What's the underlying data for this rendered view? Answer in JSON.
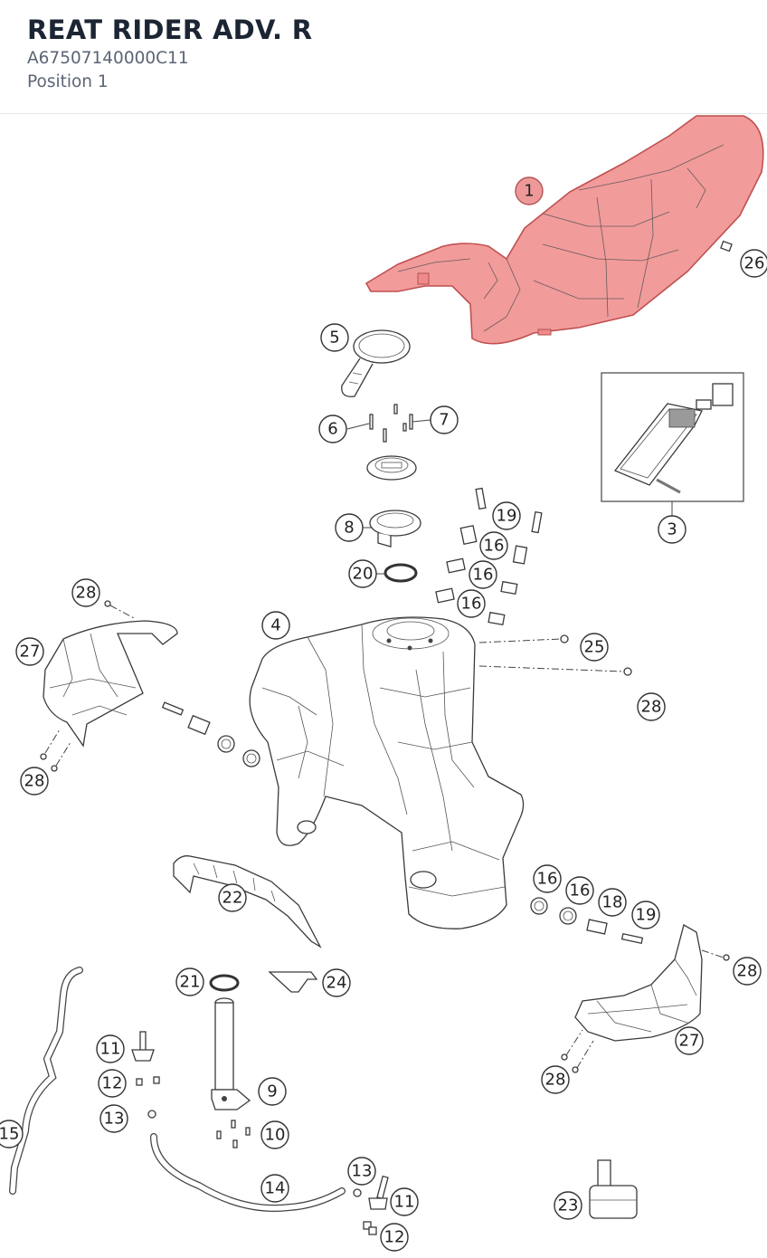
{
  "header": {
    "title": "REAT RIDER ADV. R",
    "part_number": "A67507140000C11",
    "position": "Position 1"
  },
  "colors": {
    "highlight_fill": "#f08a8a",
    "highlight_stroke": "#c05050",
    "title_color": "#1c2533",
    "subtitle_color": "#5b6574"
  },
  "selected_position": "1",
  "callouts": [
    "1",
    "26",
    "5",
    "6",
    "7",
    "3",
    "19",
    "16",
    "16",
    "16",
    "8",
    "20",
    "28",
    "4",
    "25",
    "27",
    "28",
    "28",
    "22",
    "16",
    "16",
    "18",
    "19",
    "28",
    "21",
    "24",
    "11",
    "12",
    "13",
    "9",
    "10",
    "27",
    "28",
    "15",
    "14",
    "13",
    "11",
    "12",
    "23"
  ]
}
